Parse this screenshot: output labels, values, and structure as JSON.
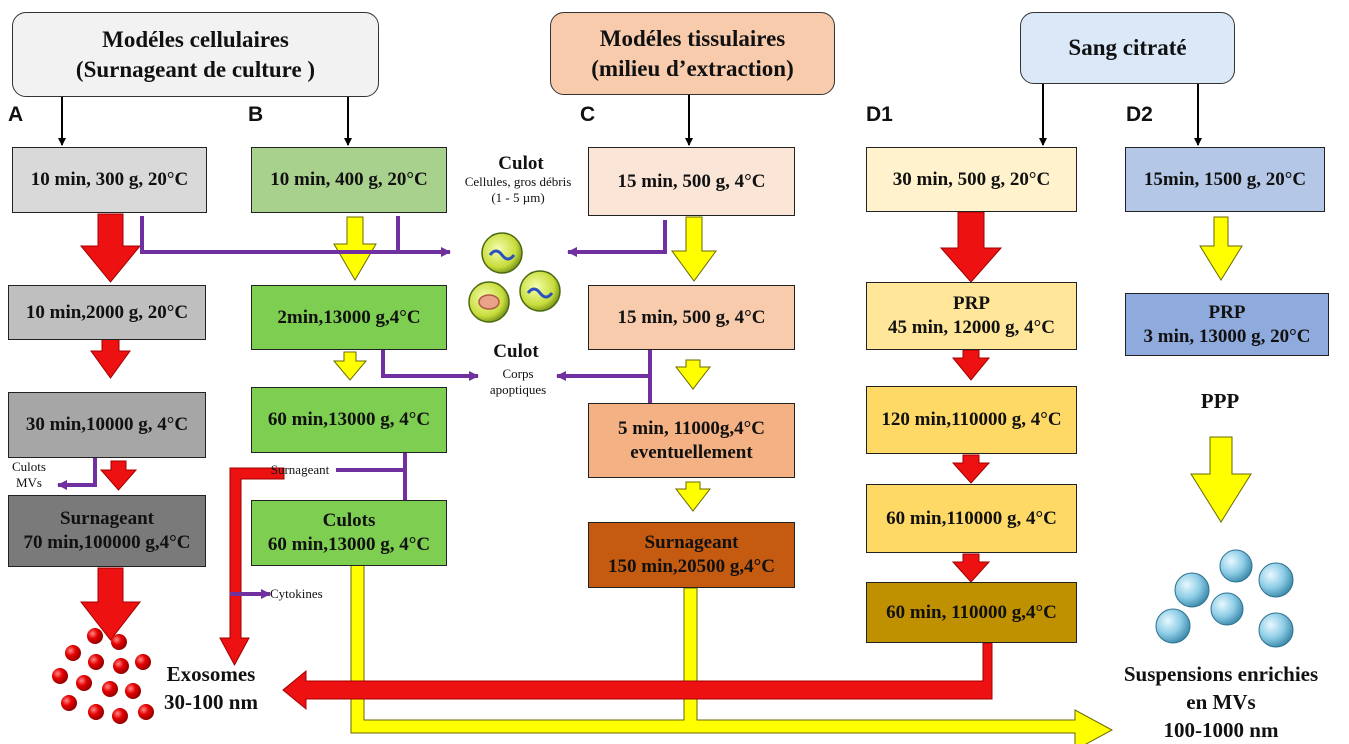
{
  "headers": {
    "cell": "Modéles cellulaires\n(Surnageant de culture )",
    "tissue": "Modéles tissulaires\n(milieu d’extraction)",
    "blood": "Sang citraté"
  },
  "columns": {
    "a": "A",
    "b": "B",
    "c": "C",
    "d1": "D1",
    "d2": "D2"
  },
  "steps": {
    "a1": "10 min, 300 g, 20°C",
    "a2": "10 min,2000 g, 20°C",
    "a3": "30 min,10000 g, 4°C",
    "a4": "Surnageant\n70 min,100000 g,4°C",
    "b1": "10 min, 400 g, 20°C",
    "b2": "2min,13000 g,4°C",
    "b3": "60 min,13000 g, 4°C",
    "b4": "Culots\n60 min,13000 g, 4°C",
    "c1": "15 min, 500 g, 4°C",
    "c2": "15 min, 500 g, 4°C",
    "c3": "5 min, 11000g,4°C\neventuellement",
    "c4": "Surnageant\n150 min,20500 g,4°C",
    "d1a": "30 min, 500 g, 20°C",
    "d1b": "PRP\n45 min, 12000 g, 4°C",
    "d1c": "120 min,110000 g, 4°C",
    "d1d": "60 min,110000 g, 4°C",
    "d1e": "60 min, 110000 g,4°C",
    "d2a": "15min, 1500 g, 20°C",
    "d2b": "PRP\n3 min, 13000 g, 20°C"
  },
  "labels": {
    "culot1_title": "Culot",
    "culot1_desc": "Cellules, gros débris\n(1 - 5 µm)",
    "culot2_title": "Culot",
    "culot2_desc": "Corps\napoptiques",
    "culots_mvs": "Culots\nMVs",
    "surnageant": "Surnageant",
    "cytokines": "Cytokines",
    "ppp": "PPP",
    "exosomes": "Exosomes\n30-100 nm",
    "suspensions": "Suspensions enrichies\nen MVs\n100-1000 nm"
  },
  "colors": {
    "red_arrow": "#ee1111",
    "yellow_arrow": "#ffff00",
    "purple_line": "#7030a0",
    "cell_header": "#f2f2f2",
    "tissue_header": "#f8cbad",
    "blood_header": "#dae8f7"
  }
}
